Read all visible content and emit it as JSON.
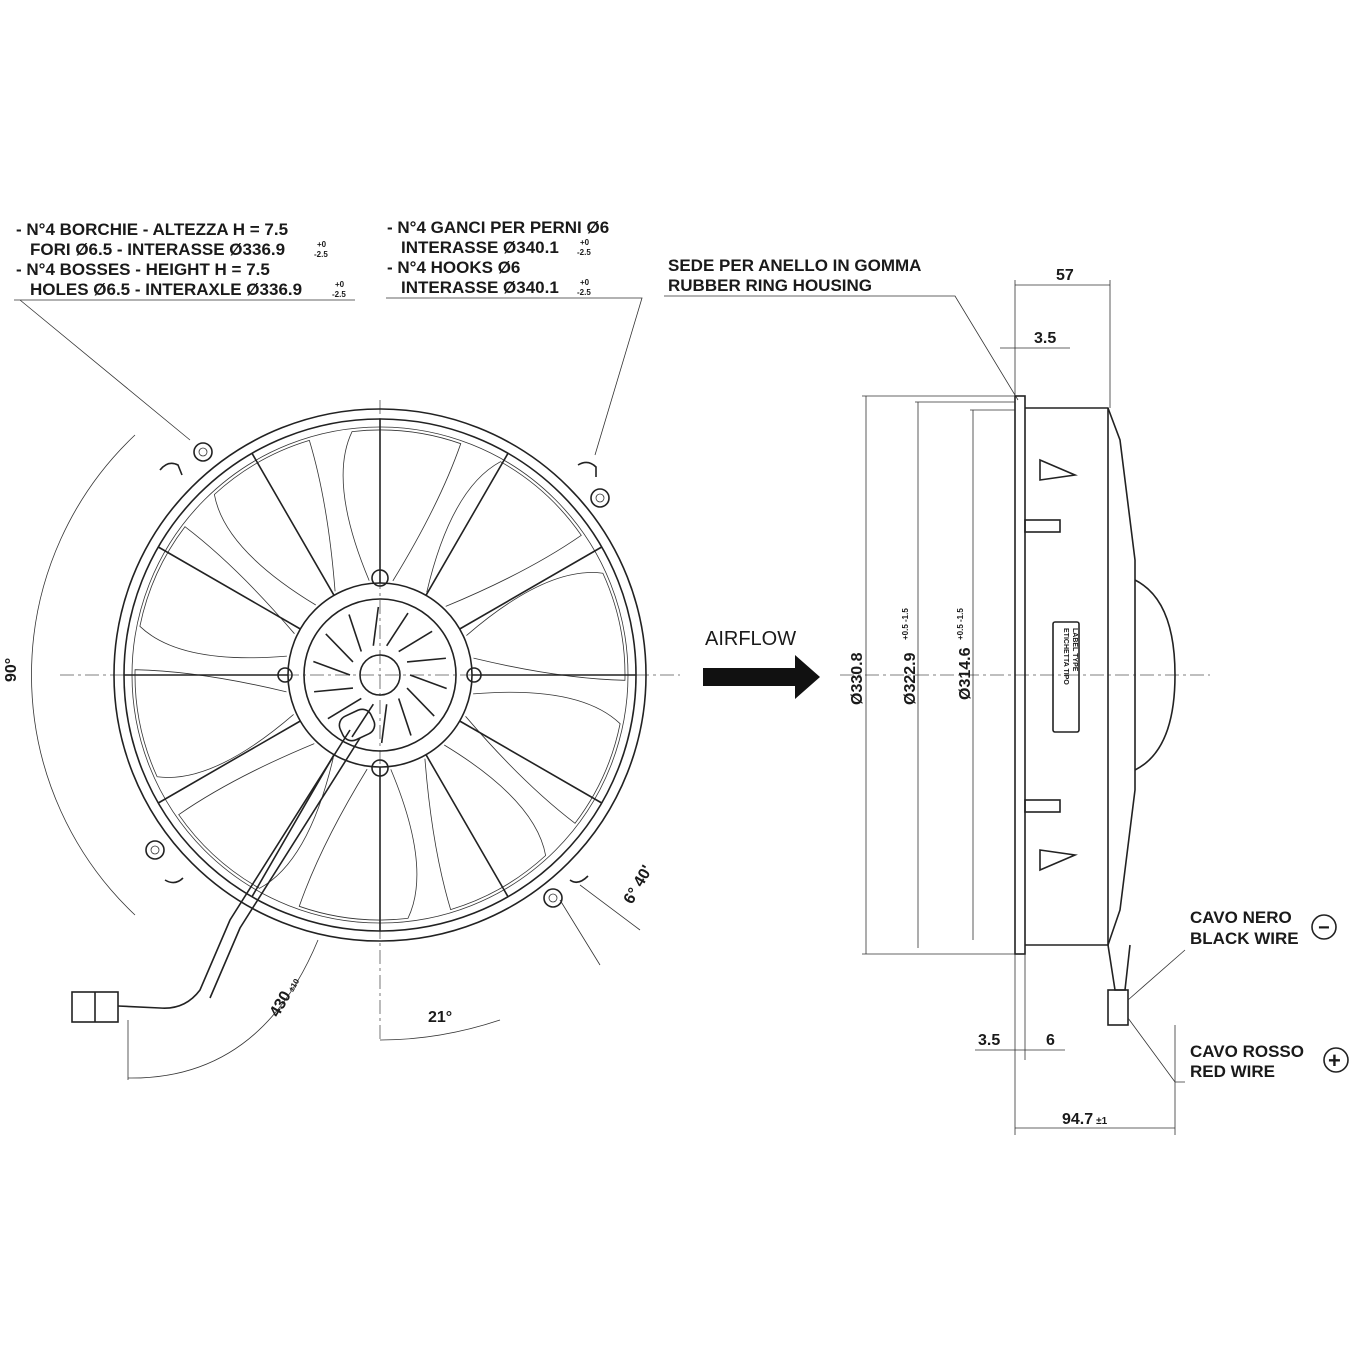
{
  "notes": {
    "bosses_it_1": "- N°4 BORCHIE - ALTEZZA H = 7.5",
    "bosses_it_2": "FORI Ø6.5 - INTERASSE Ø336.9",
    "bosses_en_1": "- N°4 BOSSES - HEIGHT H = 7.5",
    "bosses_en_2": "HOLES Ø6.5 - INTERAXLE Ø336.9",
    "bosses_tol_plus": "+0",
    "bosses_tol_minus": "-2.5",
    "hooks_it_1": "- N°4 GANCI PER PERNI Ø6",
    "hooks_it_2": "INTERASSE Ø340.1",
    "hooks_en_1": "- N°4 HOOKS Ø6",
    "hooks_en_2": "INTERASSE Ø340.1",
    "hooks_tol_plus": "+0",
    "hooks_tol_minus": "-2.5",
    "ring_it": "SEDE PER ANELLO IN GOMMA",
    "ring_en": "RUBBER RING HOUSING"
  },
  "front_view": {
    "angle_90": "90°",
    "angle_21": "21°",
    "angle_6_40": "6° 40'",
    "cable_length": "430",
    "cable_tol": "±10"
  },
  "airflow": "AIRFLOW",
  "side_view": {
    "depth_57": "57",
    "ring_3_5_top": "3.5",
    "dia_330_8": "Ø330.8",
    "dia_322_9": "Ø322.9",
    "dia_322_9_tol": "+0.5 -1.5",
    "dia_314_6": "Ø314.6",
    "dia_314_6_tol": "+0.5 -1.5",
    "label_it": "ETICHETTA TIPO",
    "label_en": "LABEL TYPE",
    "bottom_3_5": "3.5",
    "bottom_6": "6",
    "overall_depth": "94.7",
    "overall_tol": "±1"
  },
  "wires": {
    "black_it": "CAVO NERO",
    "black_en": "BLACK WIRE",
    "black_sign": "−",
    "red_it": "CAVO ROSSO",
    "red_en": "RED WIRE",
    "red_sign": "+"
  }
}
